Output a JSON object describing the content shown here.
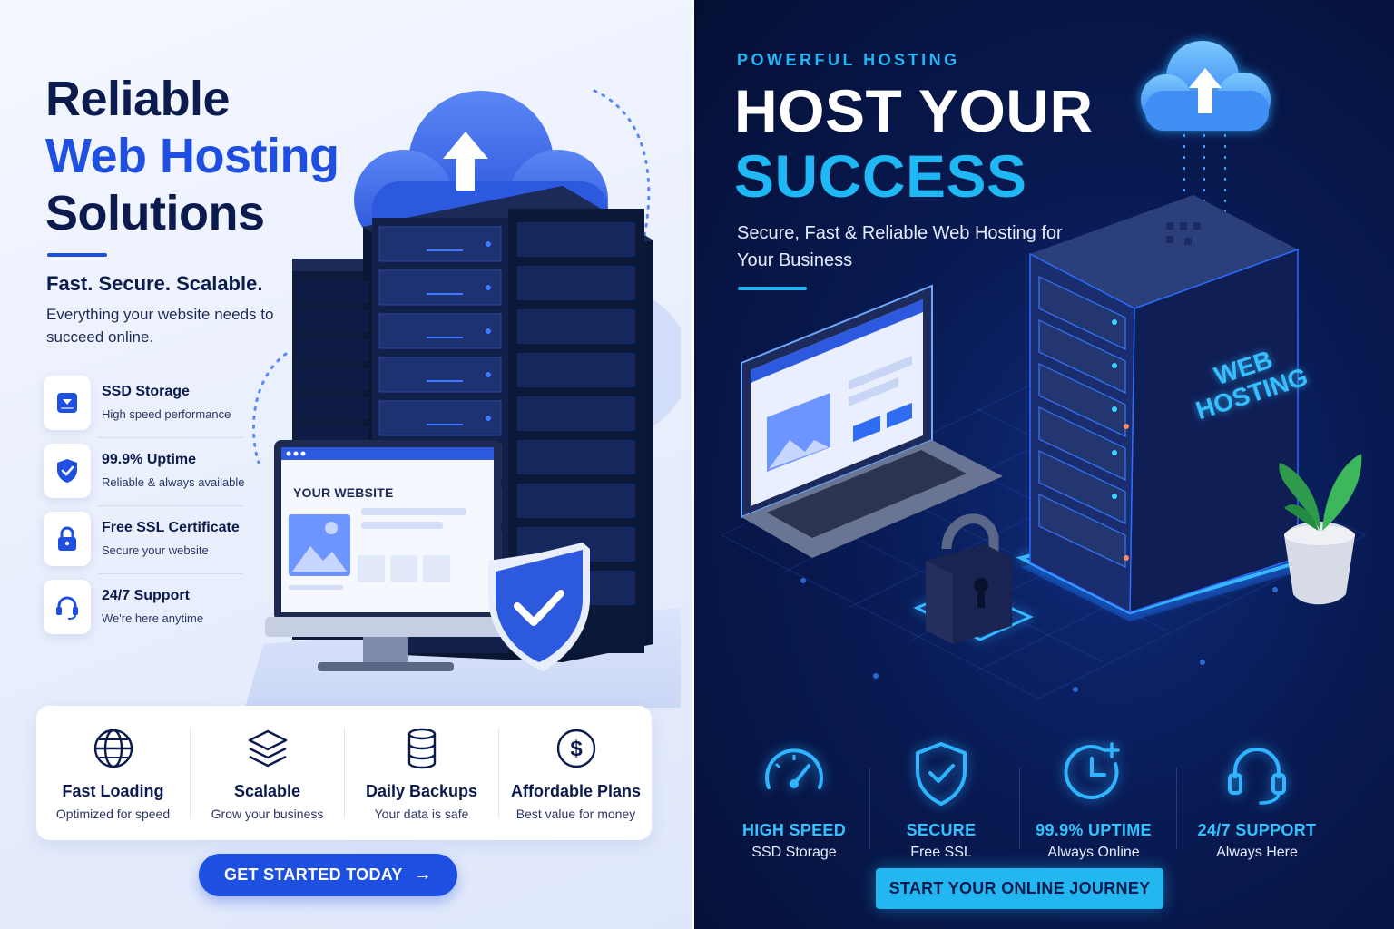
{
  "left": {
    "title_line1": "Reliable",
    "title_line2": "Web Hosting",
    "title_line3": "Solutions",
    "tagline": "Fast. Secure. Scalable.",
    "description": "Everything your website needs to succeed online.",
    "features": [
      {
        "title": "SSD Storage",
        "subtitle": "High speed performance",
        "icon": "ssd-icon"
      },
      {
        "title": "99.9% Uptime",
        "subtitle": "Reliable & always available",
        "icon": "shield-check-icon"
      },
      {
        "title": "Free SSL Certificate",
        "subtitle": "Secure your website",
        "icon": "lock-icon"
      },
      {
        "title": "24/7 Support",
        "subtitle": "We're here anytime",
        "icon": "headset-icon"
      }
    ],
    "mockup_label": "YOUR WEBSITE",
    "benefits": [
      {
        "title": "Fast Loading",
        "subtitle": "Optimized for speed",
        "icon": "globe-icon"
      },
      {
        "title": "Scalable",
        "subtitle": "Grow your business",
        "icon": "layers-icon"
      },
      {
        "title": "Daily Backups",
        "subtitle": "Your data is safe",
        "icon": "database-icon"
      },
      {
        "title": "Affordable Plans",
        "subtitle": "Best value for money",
        "icon": "dollar-icon"
      }
    ],
    "cta": "GET STARTED TODAY",
    "accent": "#1f4fe0"
  },
  "right": {
    "kicker": "POWERFUL HOSTING",
    "title_line1": "HOST YOUR",
    "title_line2": "SUCCESS",
    "subtitle": "Secure, Fast & Reliable Web Hosting for Your Business",
    "server_label_line1": "WEB",
    "server_label_line2": "HOSTING",
    "features": [
      {
        "title": "HIGH SPEED",
        "subtitle": "SSD Storage",
        "icon": "speedometer-icon"
      },
      {
        "title": "SECURE",
        "subtitle": "Free SSL",
        "icon": "shield-check-icon"
      },
      {
        "title": "99.9% UPTIME",
        "subtitle": "Always Online",
        "icon": "clock-icon"
      },
      {
        "title": "24/7 SUPPORT",
        "subtitle": "Always Here",
        "icon": "headset-icon"
      }
    ],
    "cta": "START YOUR ONLINE JOURNEY",
    "accent": "#1fb8f5"
  }
}
